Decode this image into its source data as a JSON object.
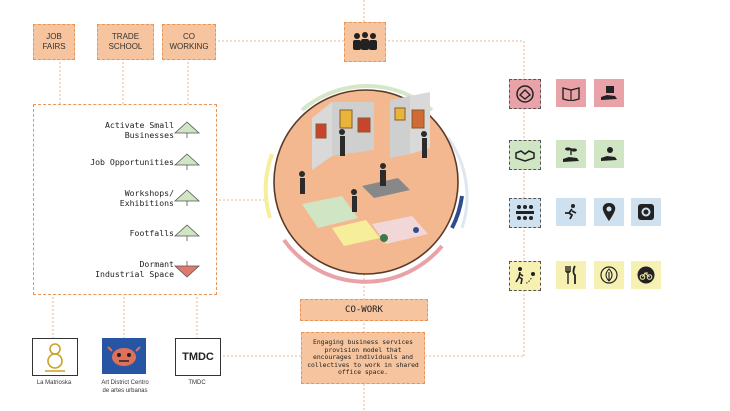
{
  "top_boxes": [
    {
      "label": "JOB\nFAIRS",
      "icon": "none"
    },
    {
      "label": "TRADE\nSCHOOL",
      "icon": "none"
    },
    {
      "label": "CO\nWORKING",
      "icon": "none"
    }
  ],
  "people_icon": "group-of-people-icon",
  "metrics": [
    {
      "label": "Activate Small\nBusinesses",
      "trend": "up"
    },
    {
      "label": "Job Opportunities",
      "trend": "up"
    },
    {
      "label": "Workshops/\nExhibitions",
      "trend": "up"
    },
    {
      "label": "Footfalls",
      "trend": "up"
    },
    {
      "label": "Dormant\nIndustrial Space",
      "trend": "down"
    }
  ],
  "logos": [
    {
      "caption": "La Matrioska",
      "icon": "matrioska-logo"
    },
    {
      "caption": "Art District Centro\nde artes urbanas",
      "icon": "art-district-logo"
    },
    {
      "text": "TMDC",
      "caption": "TMDC",
      "icon": "tmdc-logo"
    }
  ],
  "cowork": {
    "title": "CO-WORK",
    "description": "Engaging business services provision model that encourages individuals and collectives to work in shared office space."
  },
  "icon_rows": [
    {
      "color": "#e9a3a8",
      "icons": [
        "community-hands-icon",
        "open-book-icon",
        "hand-with-box-icon"
      ]
    },
    {
      "color": "#cfe5c4",
      "icons": [
        "handshake-icon",
        "plant-in-hand-icon",
        "giving-hand-icon"
      ]
    },
    {
      "color": "#cfe0ee",
      "icons": [
        "meeting-group-icon",
        "running-person-icon",
        "location-pin-icon",
        "camera-icon"
      ]
    },
    {
      "color": "#f6f0b3",
      "icons": [
        "walking-route-icon",
        "fork-knife-icon",
        "leaf-icon",
        "bicycle-icon"
      ]
    }
  ],
  "colors": {
    "accent_orange": "#f6c49e",
    "dashed_orange": "#e8955a",
    "up_green": "#cfe5c4",
    "down_red": "#e07a6f",
    "ring_pink": "#e9a3a8",
    "ring_green": "#d6e7c8",
    "ring_yellow": "#f6ee9a",
    "ring_blue": "#2f4c8f",
    "circle_fill": "#f3b890"
  }
}
